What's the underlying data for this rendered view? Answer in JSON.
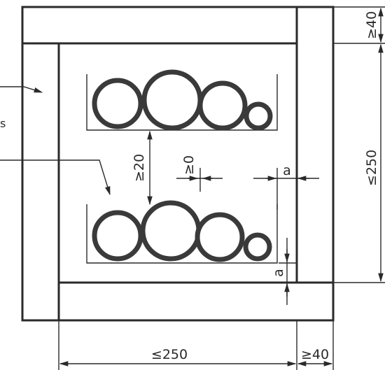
{
  "labels": {
    "dim_top_right_le40": "≥40",
    "dim_right_le250": "≤250",
    "dim_bottom_le250": "≤250",
    "dim_bottom_ge40": "≥40",
    "dim_gap_ge20": "≥20",
    "dim_gap_ge0": "≥0",
    "dim_a_right": "a",
    "dim_a_bottom": "a",
    "left_fragment": "s"
  }
}
